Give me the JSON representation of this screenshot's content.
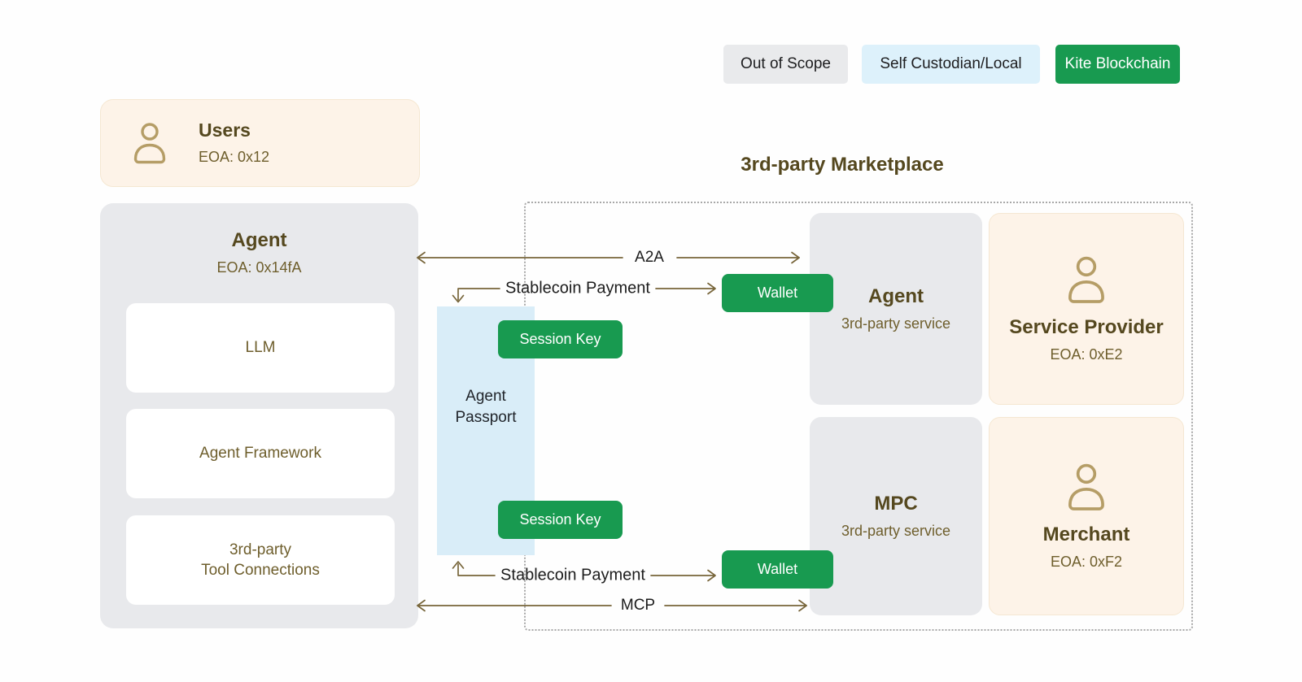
{
  "colors": {
    "page_bg": "#fefefe",
    "green": "#189a50",
    "light_blue": "#d9edf8",
    "legend_blue": "#ddf1fb",
    "legend_gray": "#e9eaec",
    "gray_card": "#e8e9ec",
    "peach": "#fdf3e8",
    "peach_border": "#f5e7d2",
    "olive_heading": "#55481f",
    "olive_sub": "#6e5e2c",
    "arrow": "#77653a",
    "icon_gold": "#b59d66"
  },
  "legend": {
    "items": [
      {
        "label": "Out of Scope"
      },
      {
        "label": "Self Custodian/Local"
      },
      {
        "label": "Kite Blockchain"
      }
    ]
  },
  "users_card": {
    "title": "Users",
    "eoa": "EOA: 0x12"
  },
  "agent_card": {
    "title": "Agent",
    "eoa": "EOA: 0x14fA",
    "components": [
      {
        "lines": [
          "LLM"
        ]
      },
      {
        "lines": [
          "Agent Framework"
        ]
      },
      {
        "lines": [
          "3rd-party",
          "Tool Connections"
        ]
      }
    ]
  },
  "passport": {
    "lines": [
      "Agent",
      "Passport"
    ]
  },
  "buttons": {
    "session_key_top": "Session Key",
    "session_key_bottom": "Session Key",
    "wallet_top": "Wallet",
    "wallet_bottom": "Wallet"
  },
  "connections": {
    "a2a": "A2A",
    "stablecoin_top": "Stablecoin Payment",
    "stablecoin_bottom": "Stablecoin Payment",
    "mcp": "MCP"
  },
  "marketplace": {
    "title": "3rd-party Marketplace",
    "agent_card": {
      "title": "Agent",
      "subtitle": "3rd-party service"
    },
    "service_provider_card": {
      "title": "Service Provider",
      "eoa": "EOA: 0xE2"
    },
    "mpc_card": {
      "title": "MPC",
      "subtitle": "3rd-party service"
    },
    "merchant_card": {
      "title": "Merchant",
      "eoa": "EOA: 0xF2"
    }
  }
}
